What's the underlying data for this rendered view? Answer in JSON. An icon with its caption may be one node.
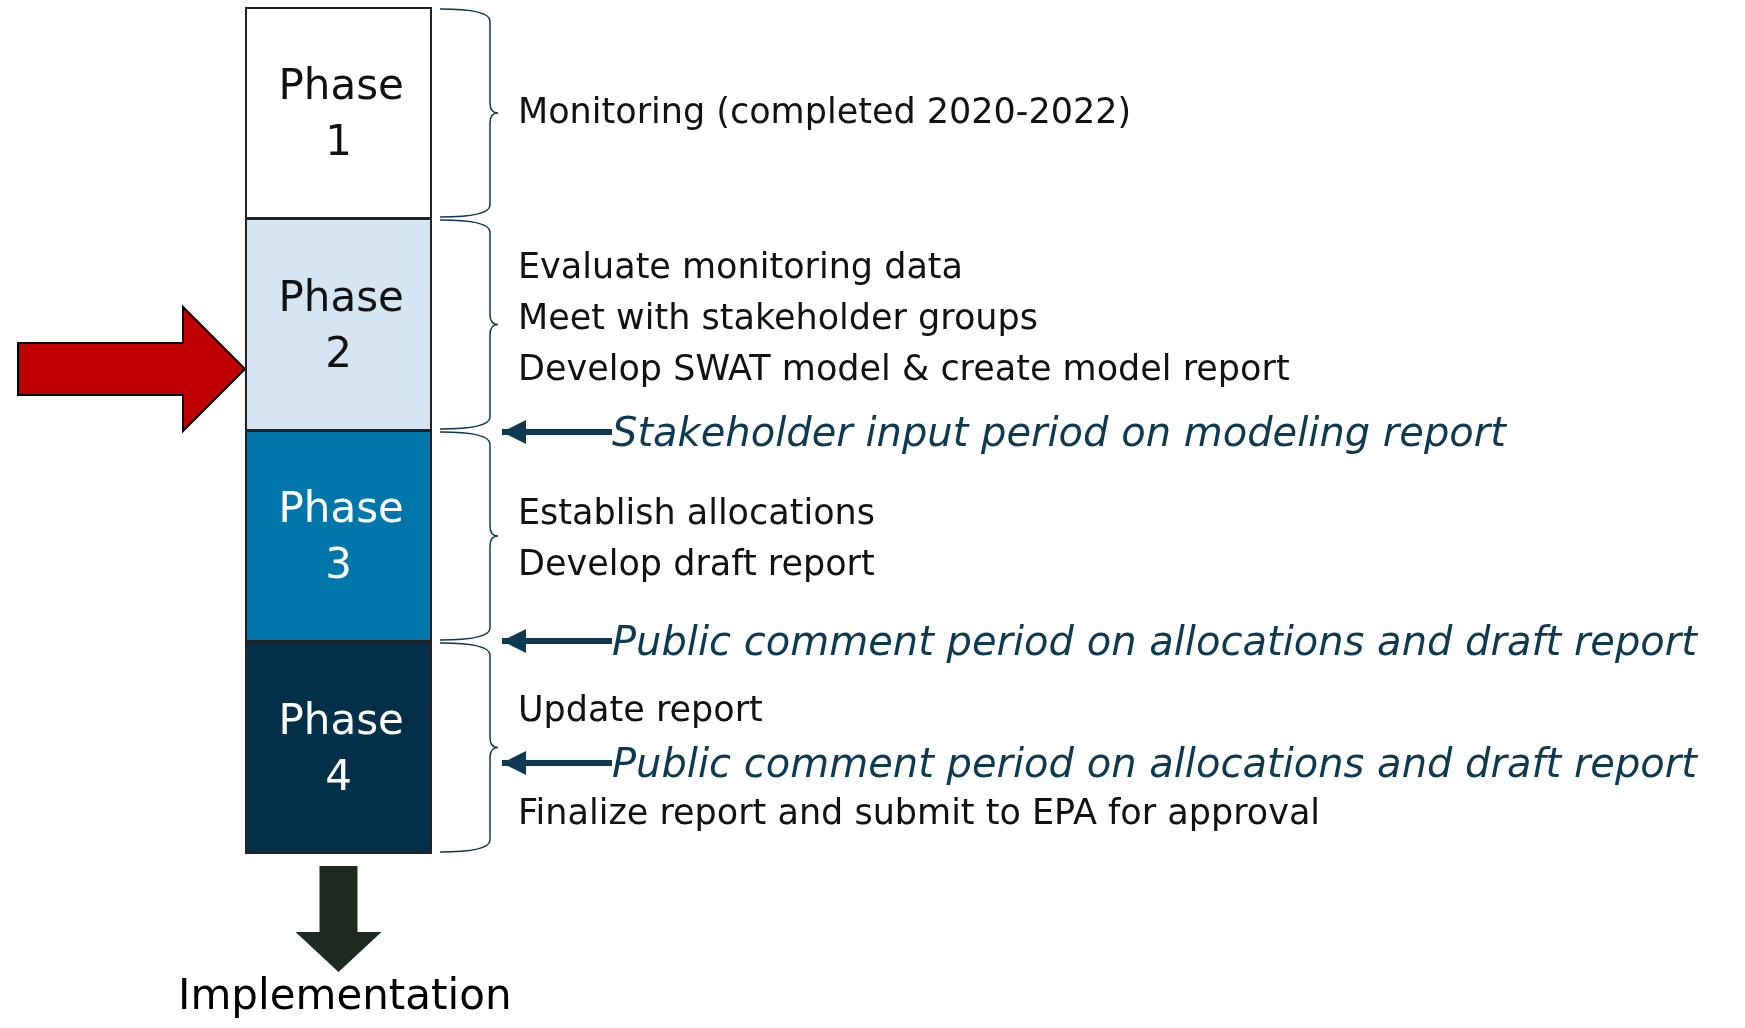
{
  "diagram": {
    "nodes": [
      {
        "text": [
          "Phase 1"
        ],
        "beside": [
          "Monitoring (completed 2020-2022)"
        ]
      },
      {
        "text": [
          "Phase 2"
        ],
        "beside": [
          "Evaluate monitoring data",
          "Meet with stakeholder groups",
          "Develop SWAT model & create model report"
        ]
      },
      {
        "text": [
          "Phase 3"
        ],
        "beside": [
          "Establish allocations",
          "Develop draft report"
        ]
      },
      {
        "text": [
          "Phase 4"
        ]
      },
      {
        "text": [
          "Stakeholder input period on modeling report"
        ]
      },
      {
        "text": [
          "Public comment period on allocations and draft report"
        ]
      },
      {
        "text": [
          "Public comment period on allocations and draft report"
        ]
      },
      {
        "text": [
          "Implementation"
        ]
      }
    ],
    "edges": [
      {
        "from": null,
        "to": 1,
        "arrow": "to",
        "style": "thick",
        "color": "#c00000"
      },
      {
        "from": 4,
        "to": 1,
        "arrow": "to"
      },
      {
        "from": 5,
        "to": 2,
        "arrow": "to"
      },
      {
        "from": 6,
        "to": 3,
        "arrow": "to"
      },
      {
        "from": 3,
        "to": 7,
        "arrow": "to",
        "style": "thick",
        "color": "#1e2a22"
      }
    ],
    "labels": [
      "Update report",
      "Finalize report and submit to EPA for approval"
    ]
  }
}
